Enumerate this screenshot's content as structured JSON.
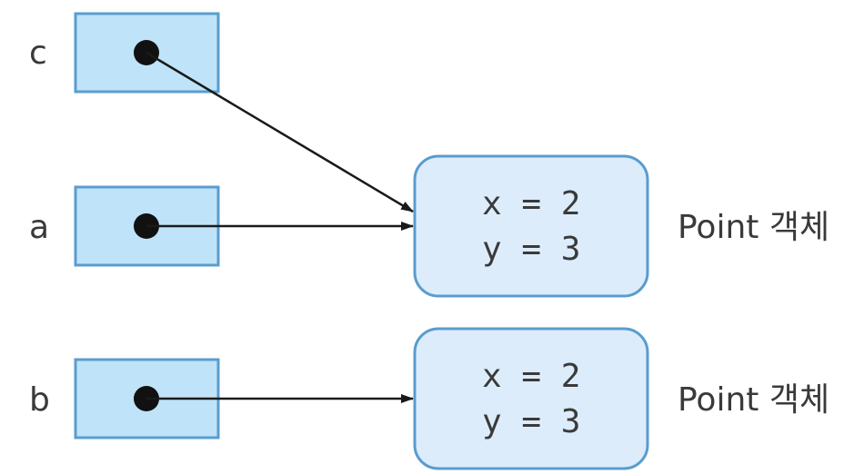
{
  "variables": [
    {
      "name": "c",
      "points_to": 0
    },
    {
      "name": "a",
      "points_to": 0
    },
    {
      "name": "b",
      "points_to": 1
    }
  ],
  "objects": [
    {
      "line1": "x = 2",
      "line2": "y = 3",
      "caption": "Point 객체"
    },
    {
      "line1": "x = 2",
      "line2": "y = 3",
      "caption": "Point 객체"
    }
  ]
}
